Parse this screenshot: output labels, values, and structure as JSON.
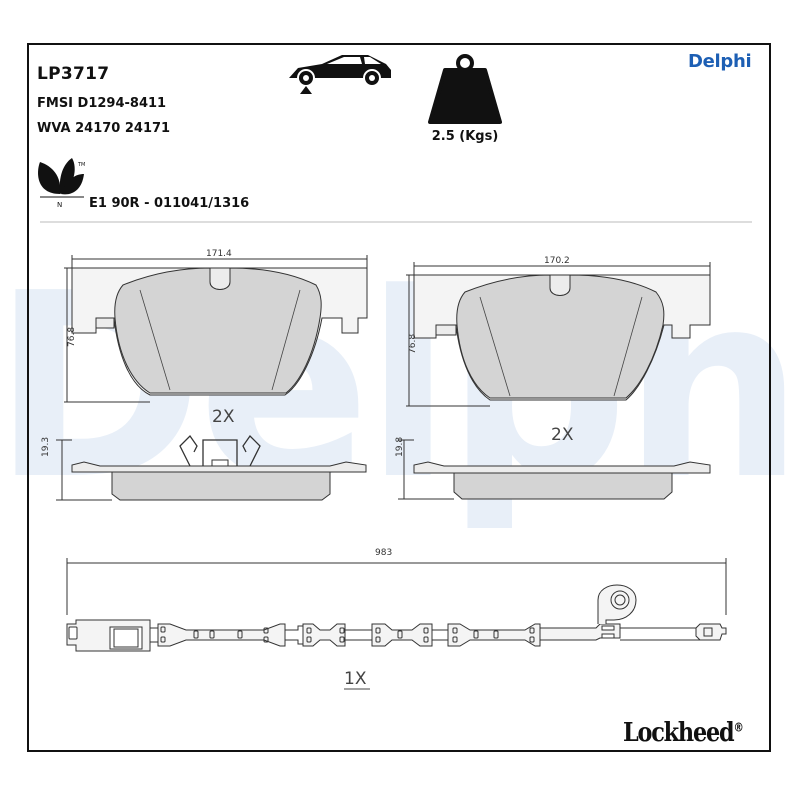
{
  "product": {
    "part_number": "LP3717",
    "fmsi": "FMSI D1294-8411",
    "wva": "WVA 24170 24171",
    "approval": "E1 90R - 011041/1316",
    "weight": "2.5 (Kgs)"
  },
  "brands": {
    "header_brand": "Delphi",
    "watermark": "Delphi",
    "footer_brand": "Lockheed",
    "footer_mark": "®",
    "eco_mark": "N",
    "eco_tm": "TM"
  },
  "drawings": {
    "pad_left": {
      "width": "171.4",
      "height": "76.8",
      "thickness": "19.3",
      "quantity": "2X"
    },
    "pad_right": {
      "width": "170.2",
      "height": "76.8",
      "thickness": "19.8",
      "quantity": "2X"
    },
    "sensor": {
      "length": "983",
      "quantity": "1X"
    }
  },
  "colors": {
    "frame": "#111111",
    "brand_blue": "#1d5fb4",
    "watermark": "#e8eff8",
    "pad_fill": "#d4d4d4"
  }
}
